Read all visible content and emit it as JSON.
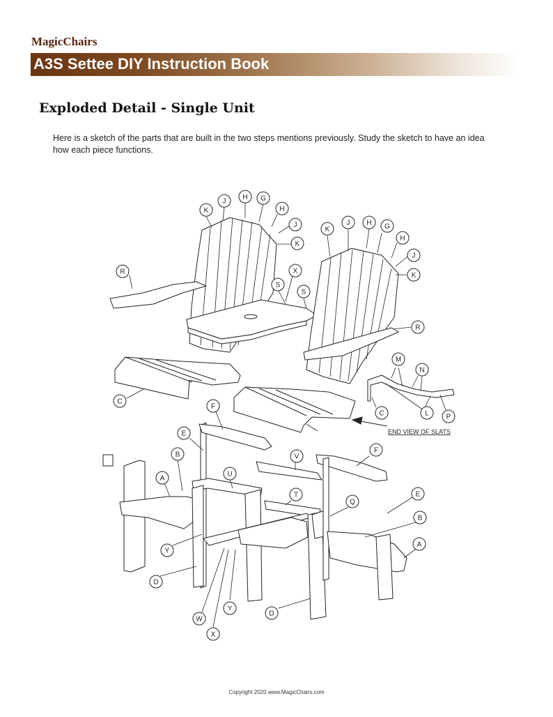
{
  "header": {
    "brand": "MagicChairs",
    "title": "A3S Settee DIY Instruction Book"
  },
  "section": {
    "heading": "Exploded Detail - Single Unit",
    "intro": "Here is a sketch of the parts that are built in the two steps mentions previously. Study the sketch to have an idea how each piece functions."
  },
  "diagram": {
    "end_view_caption": "END VIEW OF SLATS",
    "part_labels": [
      "K",
      "J",
      "H",
      "G",
      "H",
      "J",
      "K",
      "K",
      "J",
      "H",
      "G",
      "H",
      "J",
      "K",
      "R",
      "X",
      "S",
      "S",
      "R",
      "M",
      "N",
      "C",
      "L",
      "P",
      "C",
      "F",
      "E",
      "B",
      "A",
      "U",
      "V",
      "T",
      "Q",
      "F",
      "E",
      "B",
      "A",
      "Y",
      "D",
      "W",
      "Y",
      "X",
      "D"
    ]
  },
  "footer": {
    "copyright": "Copyright 2020  www.MagicChairs.com"
  }
}
